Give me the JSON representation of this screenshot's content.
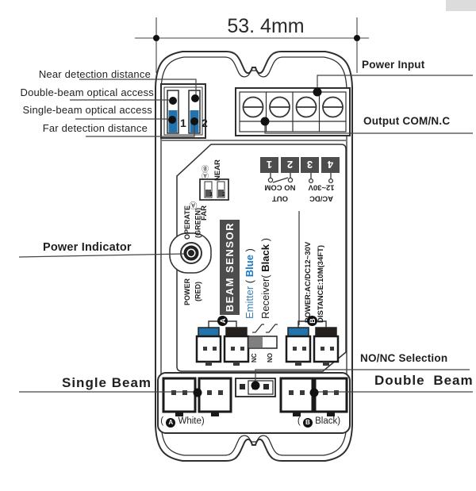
{
  "dimension": {
    "width": "53. 4mm"
  },
  "callouts": {
    "near": "Near detection distance",
    "double_access": "Double-beam optical access",
    "single_access": "Single-beam optical access",
    "far": "Far detection distance",
    "power_input": "Power Input",
    "output_com_nc": "Output COM/N.C",
    "power_indicator": "Power Indicator",
    "single_beam": "Single Beam",
    "no_nc_selection": "NO/NC Selection",
    "double_beam": "Double Beam"
  },
  "device": {
    "title": "BEAM SENSOR",
    "emitter": {
      "name": "Emitter",
      "open": "( ",
      "word": "Blue",
      "close": " )"
    },
    "receiver": {
      "name": "Receiver",
      "open": "( ",
      "word": "Black",
      "close": " )"
    },
    "operate": {
      "line1": "OPERATE",
      "line2": "(GREEN)"
    },
    "power_led": {
      "line1": "POWER",
      "line2": "(RED)"
    },
    "specs": {
      "line1": "POWER:AC/DC12~30V",
      "line2": "DISTANCE:10M(34FT)"
    },
    "terminals": {
      "n1": "1",
      "n2": "2",
      "n3": "3",
      "n4": "4",
      "out1": "OUT",
      "out2": "NO COM",
      "pwr1": "AC/DC",
      "pwr2": "12~30V"
    },
    "dip": {
      "ab": "ⒶⒷ",
      "near": "NEAR",
      "a": "Ⓐ",
      "far": "FAR",
      "s1": "1",
      "s2": "2"
    },
    "range_sliders": {
      "s1": "1",
      "s2": "2"
    },
    "relay": {
      "nc": "NC",
      "no": "NO"
    },
    "pair_a_letter": "A",
    "pair_b_letter": "B",
    "label_a": {
      "open": "( ",
      "letter": "A",
      "text": " White)"
    },
    "label_b": {
      "open": "( ",
      "letter": "B",
      "text": " Black)"
    }
  },
  "colors": {
    "blue": "#2272ad",
    "text_blue": "#1e7ac2",
    "dark_box": "#4d4d4d",
    "line": "#2f2f2f"
  }
}
